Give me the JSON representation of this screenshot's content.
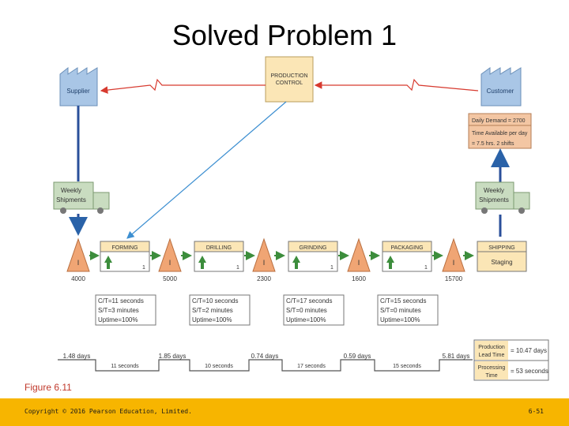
{
  "slide": {
    "title": "Solved Problem 1",
    "figure_caption": "Figure 6.11",
    "copyright": "Copyright © 2016 Pearson Education, Limited.",
    "page_number": "6-51"
  },
  "diagram": {
    "supplier_label": "Supplier",
    "customer_label": "Customer",
    "production_control_line1": "PRODUCTION",
    "production_control_line2": "CONTROL",
    "shipment_line1": "Weekly",
    "shipment_line2": "Shipments",
    "demand": [
      "Daily Demand = 2700",
      "Time Available per day",
      "= 7.5 hrs. 2 shifts"
    ],
    "inventory_symbol": "I",
    "operator_count": "1",
    "processes": [
      {
        "name": "FORMING",
        "ct": "C/T=11 seconds",
        "st": "S/T=3 minutes",
        "uptime": "Uptime=100%",
        "seconds": "11 seconds"
      },
      {
        "name": "DRILLING",
        "ct": "C/T=10 seconds",
        "st": "S/T=2 minutes",
        "uptime": "Uptime=100%",
        "seconds": "10 seconds"
      },
      {
        "name": "GRINDING",
        "ct": "C/T=17 seconds",
        "st": "S/T=0 minutes",
        "uptime": "Uptime=100%",
        "seconds": "17 seconds"
      },
      {
        "name": "PACKAGING",
        "ct": "C/T=15 seconds",
        "st": "S/T=0 minutes",
        "uptime": "Uptime=100%",
        "seconds": "15 seconds"
      }
    ],
    "shipping_label": "SHIPPING",
    "staging_label": "Staging",
    "inventories": [
      "4000",
      "5000",
      "2300",
      "1600",
      "15700"
    ],
    "days": [
      "1.48 days",
      "1.85 days",
      "0.74 days",
      "0.59 days",
      "5.81 days"
    ],
    "summary": {
      "lead_label_1": "Production",
      "lead_label_2": "Lead Time",
      "lead_value": "= 10.47 days",
      "proc_label_1": "Processing",
      "proc_label_2": "Time",
      "proc_value": "= 53 seconds"
    }
  }
}
